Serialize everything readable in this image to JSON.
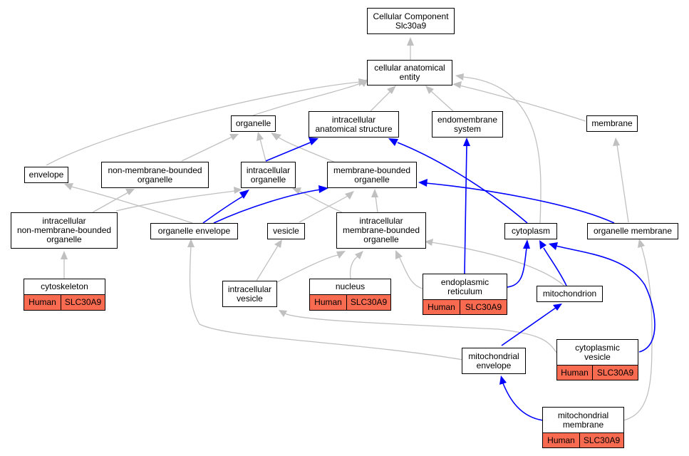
{
  "nodes": {
    "root": "Cellular Component\nSlc30a9",
    "cae": "cellular anatomical\nentity",
    "organelle": "organelle",
    "ias": "intracellular\nanatomical structure",
    "endo": "endomembrane\nsystem",
    "membrane": "membrane",
    "envelope": "envelope",
    "nmbo": "non-membrane-bounded\norganelle",
    "io": "intracellular\norganelle",
    "mbo": "membrane-bounded\norganelle",
    "inmbo": "intracellular\nnon-membrane-bounded\norganelle",
    "oenv": "organelle envelope",
    "vesicle": "vesicle",
    "imbo": "intracellular\nmembrane-bounded\norganelle",
    "cytoplasm": "cytoplasm",
    "omem": "organelle membrane",
    "cytoskeleton": "cytoskeleton",
    "ivesicle": "intracellular\nvesicle",
    "nucleus": "nucleus",
    "er": "endoplasmic\nreticulum",
    "mito": "mitochondrion",
    "menv": "mitochondrial\nenvelope",
    "cves": "cytoplasmic\nvesicle",
    "mmem": "mitochondrial\nmembrane"
  },
  "gene_label": {
    "species": "Human",
    "gene": "SLC30A9"
  },
  "colors": {
    "gray_edge": "#c0c0c0",
    "blue_edge": "#0000ff",
    "gene_fill": "#f96b50"
  }
}
